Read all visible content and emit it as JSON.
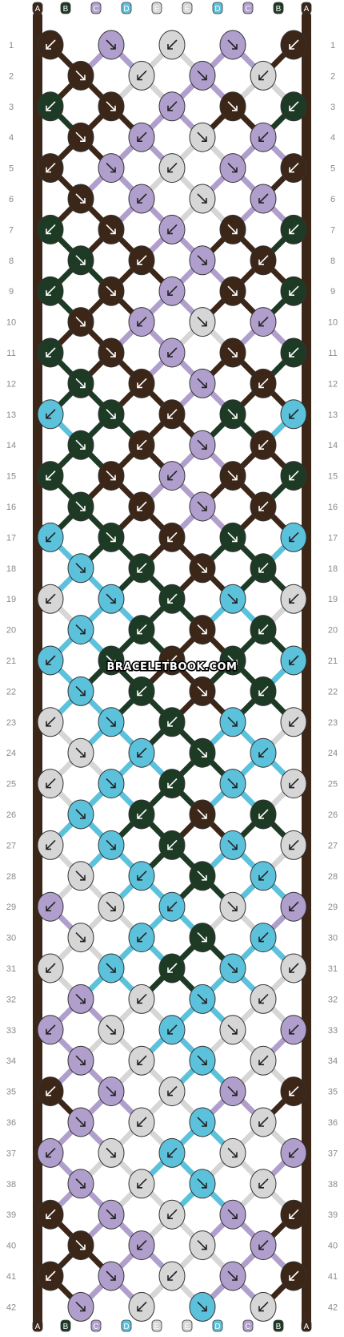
{
  "watermark": "BRACELETBOOK.COM",
  "strand_letters": [
    "A",
    "B",
    "C",
    "D",
    "E",
    "E",
    "D",
    "C",
    "B",
    "A"
  ],
  "colors": {
    "A": "#3b2618",
    "B": "#1d3a25",
    "C": "#b09fcc",
    "D": "#5cc2dc",
    "E": "#d6d6d6"
  },
  "row_count": 42,
  "knot_colors": [
    "ACECA",
    "AECEA",
    "BACAB",
    "ACECA",
    "ACECA",
    "ACECA",
    "BACAB",
    "BACAB",
    "BACAB",
    "ACECA",
    "BACAB",
    "BACAB",
    "DBABD",
    "BACAB",
    "BACAB",
    "BACAB",
    "DBABD",
    "DBABD",
    "EDBDE",
    "DBABD",
    "DBABD",
    "DBABD",
    "EDBDE",
    "EDBDE",
    "EDBDE",
    "DBABD",
    "EDBDE",
    "EDBDE",
    "CEDEC",
    "EDBDE",
    "EDBDE",
    "CEDEC",
    "CEDEC",
    "CEDEC",
    "ACECA",
    "CEDEC",
    "CEDEC",
    "CEDEC",
    "ACECA",
    "ACECA",
    "ACECA",
    "CEDEC"
  ]
}
